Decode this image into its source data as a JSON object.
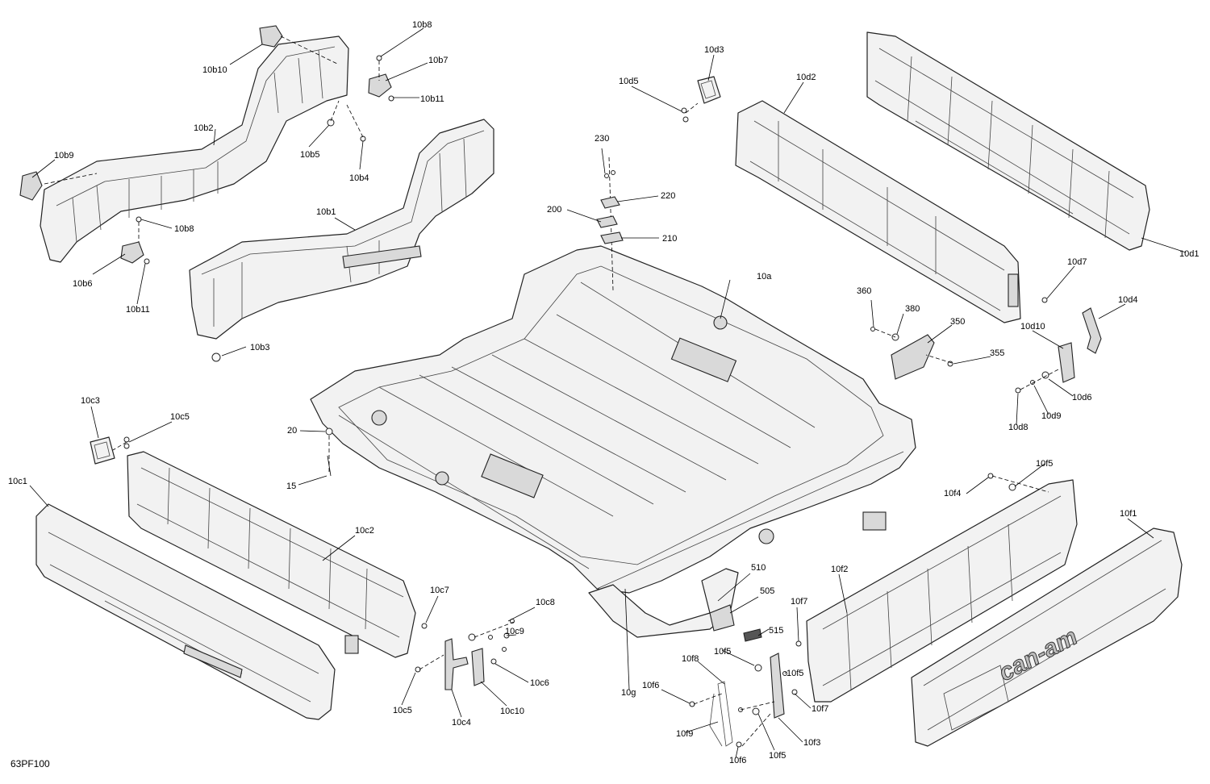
{
  "drawing_code": "63PF100",
  "brand_text": "can-am",
  "labels": {
    "l10a": "10a",
    "l10b1": "10b1",
    "l10b2": "10b2",
    "l10b3": "10b3",
    "l10b4": "10b4",
    "l10b5": "10b5",
    "l10b6": "10b6",
    "l10b7": "10b7",
    "l10b8a": "10b8",
    "l10b8b": "10b8",
    "l10b9": "10b9",
    "l10b10": "10b10",
    "l10b11a": "10b11",
    "l10b11b": "10b11",
    "l10c1": "10c1",
    "l10c2": "10c2",
    "l10c3": "10c3",
    "l10c4": "10c4",
    "l10c5a": "10c5",
    "l10c5b": "10c5",
    "l10c6": "10c6",
    "l10c7": "10c7",
    "l10c8": "10c8",
    "l10c9": "10c9",
    "l10c10": "10c10",
    "l10d1": "10d1",
    "l10d2": "10d2",
    "l10d3": "10d3",
    "l10d4": "10d4",
    "l10d5": "10d5",
    "l10d6": "10d6",
    "l10d7": "10d7",
    "l10d8": "10d8",
    "l10d9": "10d9",
    "l10d10": "10d10",
    "l10f1": "10f1",
    "l10f2": "10f2",
    "l10f3": "10f3",
    "l10f4": "10f4",
    "l10f5a": "10f5",
    "l10f5b": "10f5",
    "l10f5c": "10f5",
    "l10f5d": "10f5",
    "l10f6a": "10f6",
    "l10f6b": "10f6",
    "l10f7a": "10f7",
    "l10f7b": "10f7",
    "l10f8": "10f8",
    "l10f9": "10f9",
    "l10g": "10g",
    "l15": "15",
    "l20": "20",
    "l200": "200",
    "l210": "210",
    "l220": "220",
    "l230": "230",
    "l350": "350",
    "l355": "355",
    "l360": "360",
    "l380": "380",
    "l505": "505",
    "l510": "510",
    "l515": "515"
  }
}
